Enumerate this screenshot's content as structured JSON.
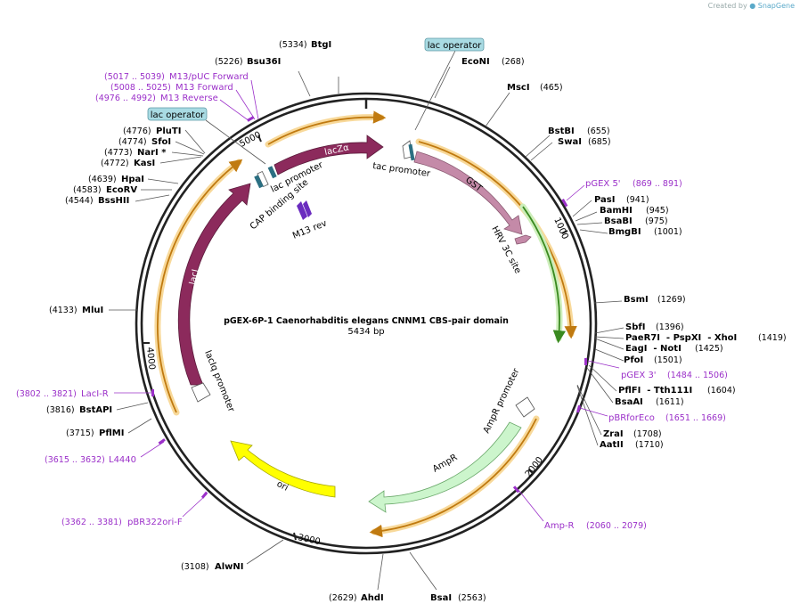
{
  "plasmid": {
    "title": "pGEX-6P-1 Caenorhabditis elegans CNNM1 CBS-pair domain",
    "length_label": "5434 bp",
    "length": 5434
  },
  "credit": {
    "text": "Created by",
    "brand": "SnapGene"
  },
  "ticks": [
    {
      "bp": 1000,
      "label": "1000"
    },
    {
      "bp": 2000,
      "label": "2000"
    },
    {
      "bp": 3000,
      "label": "3000"
    },
    {
      "bp": 4000,
      "label": "4000"
    },
    {
      "bp": 5000,
      "label": "5000"
    }
  ],
  "sites": [
    {
      "name": "BtgI",
      "pos": "(5334)"
    },
    {
      "name": "Bsu36I",
      "pos": "(5226)"
    },
    {
      "name": "EcoNI",
      "pos": "(268)"
    },
    {
      "name": "MscI",
      "pos": "(465)"
    },
    {
      "name": "BstBI",
      "pos": "(655)"
    },
    {
      "name": "SwaI",
      "pos": "(685)"
    },
    {
      "name": "PasI",
      "pos": "(941)"
    },
    {
      "name": "BamHI",
      "pos": "(945)"
    },
    {
      "name": "BsaBI",
      "pos": "(975)"
    },
    {
      "name": "BmgBI",
      "pos": "(1001)"
    },
    {
      "name": "BsmI",
      "pos": "(1269)"
    },
    {
      "name": "SbfI",
      "pos": "(1396)"
    },
    {
      "name": "PaeR7I  - PspXI  - XhoI",
      "pos": "(1419)"
    },
    {
      "name": "EagI  - NotI",
      "pos": "(1425)"
    },
    {
      "name": "PfoI",
      "pos": "(1501)"
    },
    {
      "name": "PflFI  - Tth111I",
      "pos": "(1604)"
    },
    {
      "name": "BsaAI",
      "pos": "(1611)"
    },
    {
      "name": "ZraI",
      "pos": "(1708)"
    },
    {
      "name": "AatII",
      "pos": "(1710)"
    },
    {
      "name": "BsaI",
      "pos": "(2563)"
    },
    {
      "name": "AhdI",
      "pos": "(2629)"
    },
    {
      "name": "AlwNI",
      "pos": "(3108)"
    },
    {
      "name": "PflMI",
      "pos": "(3715)"
    },
    {
      "name": "BstAPI",
      "pos": "(3816)"
    },
    {
      "name": "MluI",
      "pos": "(4133)"
    },
    {
      "name": "BssHII",
      "pos": "(4544)"
    },
    {
      "name": "EcoRV",
      "pos": "(4583)"
    },
    {
      "name": "HpaI",
      "pos": "(4639)"
    },
    {
      "name": "KasI",
      "pos": "(4772)"
    },
    {
      "name": "NarI *",
      "pos": "(4773)"
    },
    {
      "name": "SfoI",
      "pos": "(4774)"
    },
    {
      "name": "PluTI",
      "pos": "(4776)"
    }
  ],
  "primers": [
    {
      "name": "M13/pUC Forward",
      "pos": "(5017 .. 5039)"
    },
    {
      "name": "M13 Forward",
      "pos": "(5008 .. 5025)"
    },
    {
      "name": "M13 Reverse",
      "pos": "(4976 .. 4992)"
    },
    {
      "name": "pGEX 5'",
      "pos": "(869 .. 891)"
    },
    {
      "name": "pGEX 3'",
      "pos": "(1484 .. 1506)"
    },
    {
      "name": "pBRforEco",
      "pos": "(1651 .. 1669)"
    },
    {
      "name": "Amp-R",
      "pos": "(2060 .. 2079)"
    },
    {
      "name": "pBR322ori-F",
      "pos": "(3362 .. 3381)"
    },
    {
      "name": "L4440",
      "pos": "(3615 .. 3632)"
    },
    {
      "name": "LacI-R",
      "pos": "(3802 .. 3821)"
    }
  ],
  "boxed_labels": [
    {
      "name": "lac operator"
    },
    {
      "name": "lac operator"
    }
  ],
  "features": [
    {
      "name": "lacZα",
      "color": "#8c2a5c"
    },
    {
      "name": "GST",
      "color": "#c48aa8"
    },
    {
      "name": "HRV 3C site",
      "color": "#c48aa8"
    },
    {
      "name": "tac promoter",
      "color": "#ffffff"
    },
    {
      "name": "lac promoter",
      "color": "#ffffff"
    },
    {
      "name": "CAP binding site",
      "color": "#2b6f82"
    },
    {
      "name": "M13 rev",
      "color": "#6a2bbf"
    },
    {
      "name": "lacI",
      "color": "#8c2a5c"
    },
    {
      "name": "lacIq promoter",
      "color": "#ffffff"
    },
    {
      "name": "ori",
      "color": "#ffff00"
    },
    {
      "name": "AmpR",
      "color": "#ccf5cc"
    },
    {
      "name": "AmpR promoter",
      "color": "#ffffff"
    }
  ],
  "colors": {
    "backbone": "#222222",
    "orf_arc": "#e9a020",
    "orf_glow": "#f8d99a",
    "insert_arc": "#3a8a20",
    "insert_glow": "#cdeebb",
    "primer": "#9b30c9",
    "operator_box": "#a9dbe3"
  }
}
